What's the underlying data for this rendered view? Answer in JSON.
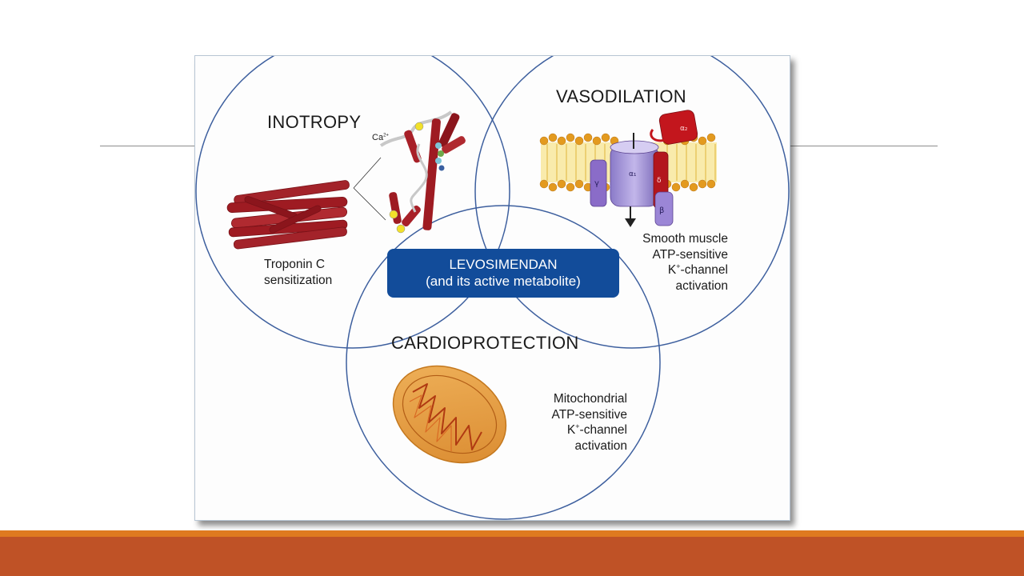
{
  "inotropy": {
    "title": "INOTROPY",
    "caption_line1": "Troponin C",
    "caption_line2": "sensitization",
    "ion_label": "Ca",
    "ion_charge": "2+"
  },
  "vasodilation": {
    "title": "VASODILATION",
    "caption_line1": "Smooth muscle",
    "caption_line2": "ATP-sensitive",
    "caption_line3_ion": "K",
    "caption_line3_charge": "+",
    "caption_line3_rest": "-channel",
    "caption_line4": "activation",
    "subunit_alpha1": "α₁",
    "subunit_alpha2": "α₂",
    "subunit_gamma": "γ",
    "subunit_beta": "β",
    "subunit_delta": "δ"
  },
  "cardioprotection": {
    "title": "CARDIOPROTECTION",
    "caption_line1": "Mitochondrial",
    "caption_line2": "ATP-sensitive",
    "caption_line3_ion": "K",
    "caption_line3_charge": "+",
    "caption_line3_rest": "-channel",
    "caption_line4": "activation"
  },
  "center": {
    "line1": "LEVOSIMENDAN",
    "line2": "(and its active metabolite)"
  },
  "colors": {
    "circle_stroke": "#3d5f9e",
    "center_box": "#124c9a",
    "muscle_red": "#9e1b22",
    "mito_orange": "#e49a3a",
    "footer_line": "#df7a1f",
    "footer_bar": "#bf5226"
  }
}
